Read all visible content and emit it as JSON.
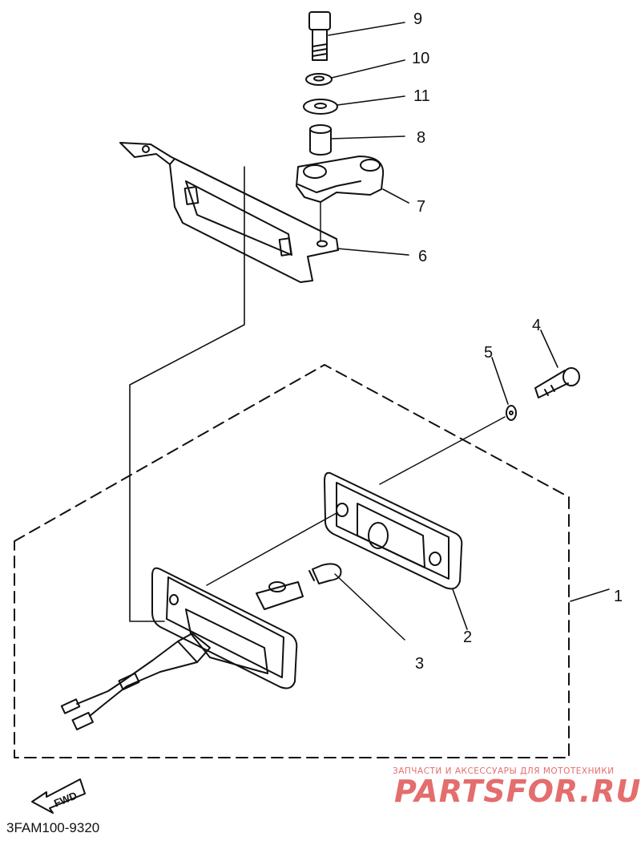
{
  "callouts": {
    "c1": "1",
    "c2": "2",
    "c3": "3",
    "c4": "4",
    "c5": "5",
    "c6": "6",
    "c7": "7",
    "c8": "8",
    "c9": "9",
    "c10": "10",
    "c11": "11"
  },
  "direction_label": "FWD",
  "diagram_code": "3FAM100-9320",
  "watermark": {
    "tagline": "ЗАПЧАСТИ И АКСЕССУАРЫ ДЛЯ МОТОТЕХНИКИ",
    "brand": "PARTSFOR.RU"
  },
  "colors": {
    "line": "#111111",
    "watermark": "#e46d6d"
  }
}
